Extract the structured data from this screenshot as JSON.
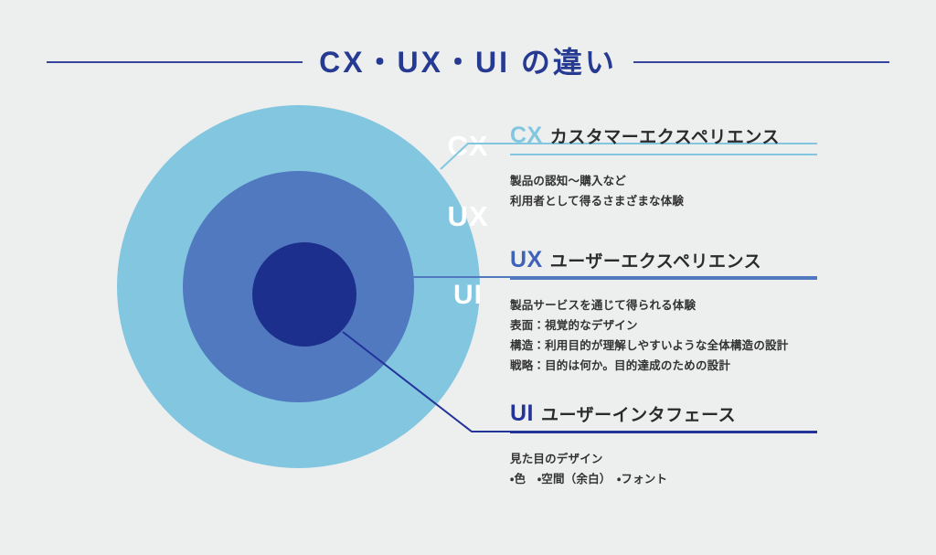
{
  "page": {
    "title": "CX・UX・UI の違い",
    "background_color": "#edeeee"
  },
  "diagram": {
    "circles": [
      {
        "label": "CX",
        "color": "#82c6e0",
        "name": "cx-circle"
      },
      {
        "label": "UX",
        "color": "#5179bf",
        "name": "ux-circle"
      },
      {
        "label": "UI",
        "color": "#1d2f8c",
        "name": "ui-circle"
      }
    ]
  },
  "sections": [
    {
      "abbr": "CX",
      "title": "カスタマーエクスペリエンス",
      "accent": "#82c6e0",
      "lines": [
        "製品の認知〜購入など",
        "利用者として得るさまざまな体験"
      ]
    },
    {
      "abbr": "UX",
      "title": "ユーザーエクスペリエンス",
      "accent": "#5179bf",
      "lines": [
        "製品サービスを通じて得られる体験",
        "表面：視覚的なデザイン",
        "構造：利用目的が理解しやすいような全体構造の設計",
        "戦略：目的は何か。目的達成のための設計"
      ]
    },
    {
      "abbr": "UI",
      "title": "ユーザーインタフェース",
      "accent": "#22339a",
      "lines": [
        "見た目のデザイン",
        "・色　・空間（余白）　・フォント"
      ]
    }
  ]
}
